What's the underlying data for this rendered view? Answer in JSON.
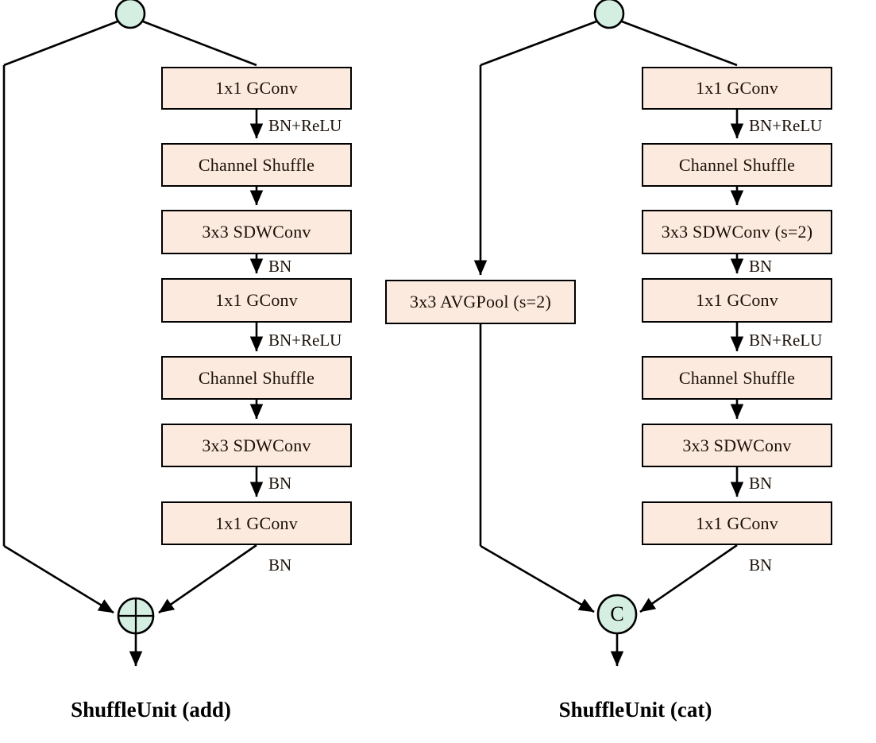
{
  "figure": {
    "background_color": "#ffffff",
    "box_fill_color": "#fceade",
    "box_border_color": "#000000",
    "circle_fill_color": "#d4efe1",
    "line_color": "#000000"
  },
  "units": [
    {
      "caption": "ShuffleUnit (add)",
      "merge_symbol": "plus",
      "merge_glyph": "",
      "blocks": [
        {
          "label": "1x1 GConv"
        },
        {
          "label": "Channel Shuffle"
        },
        {
          "label": "3x3 SDWConv"
        },
        {
          "label": "1x1 GConv"
        },
        {
          "label": "Channel Shuffle"
        },
        {
          "label": "3x3 SDWConv"
        },
        {
          "label": "1x1 GConv"
        }
      ],
      "edge_labels": [
        "BN+ReLU",
        "BN",
        "BN+ReLU",
        "BN",
        "BN"
      ],
      "skip_branch": null
    },
    {
      "caption": "ShuffleUnit (cat)",
      "merge_symbol": "concat",
      "merge_glyph": "C",
      "blocks": [
        {
          "label": "1x1 GConv"
        },
        {
          "label": "Channel Shuffle"
        },
        {
          "label": "3x3 SDWConv (s=2)"
        },
        {
          "label": "1x1 GConv"
        },
        {
          "label": "Channel Shuffle"
        },
        {
          "label": "3x3 SDWConv"
        },
        {
          "label": "1x1 GConv"
        }
      ],
      "edge_labels": [
        "BN+ReLU",
        "BN",
        "BN+ReLU",
        "BN",
        "BN"
      ],
      "skip_branch": {
        "label": "3x3 AVGPool (s=2)"
      }
    }
  ]
}
